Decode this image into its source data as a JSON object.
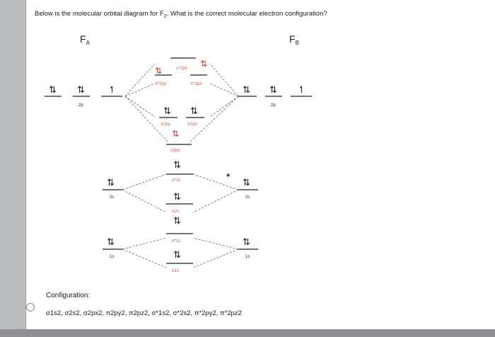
{
  "question": {
    "text_before": "Below is the molecular orbital diagram for F",
    "sub": "2",
    "text_after": ". What is the correct molecular electron configuration?"
  },
  "diagram": {
    "atom_left": {
      "symbol": "F",
      "sub": "A"
    },
    "atom_right": {
      "symbol": "F",
      "sub": "B"
    },
    "ao_labels": {
      "p2": "2p",
      "s2": "2s",
      "s1": "1s"
    },
    "mo_labels": {
      "sigma_star_2px": "σ*2px",
      "pi_star_2py": "π*2py",
      "pi_star_2pz": "π*2pz",
      "pi_2py": "π2py",
      "pi_2pz": "π2pz",
      "sigma_2px": "σ2px",
      "sigma_star_2s": "σ*2s",
      "sigma_2s": "σ2s",
      "sigma_star_1s": "σ*1s",
      "sigma_1s": "σ1s"
    },
    "arrows": {
      "paired": "⇅",
      "single": "↿"
    }
  },
  "answer": {
    "label": "Configuration:",
    "option": "σ1s2, σ2s2, σ2px2, π2py2, π2pz2, σ*1s2, σ*2s2, π*2py2, π*2pz2"
  },
  "colors": {
    "electron_red": "#c0392b",
    "label_orange": "#c45a2a",
    "dashed": "#666666"
  }
}
